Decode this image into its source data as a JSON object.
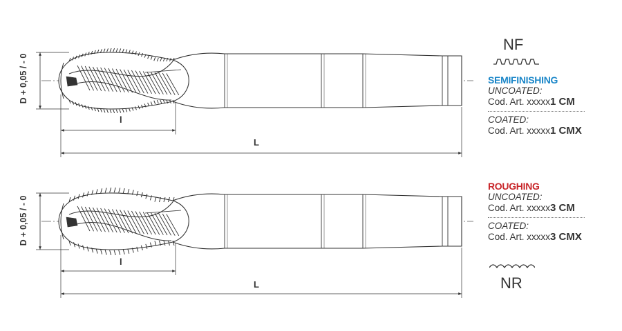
{
  "colors": {
    "semifinishing": "#1a86c8",
    "roughing": "#c8262a",
    "line": "#333333"
  },
  "tools": [
    {
      "id": "nf",
      "profile_mark": "NF",
      "category": "SEMIFINISHING",
      "uncoated_label": "UNCOATED:",
      "uncoated_prefix": "Cod. Art. xxxxx",
      "uncoated_suffix": "1 CM",
      "coated_label": "COATED:",
      "coated_prefix": "Cod. Art. xxxxx",
      "coated_suffix": "1 CMX",
      "diameter_label": "D + 0,05 / - 0",
      "cut_length_label": "l",
      "total_length_label": "L"
    },
    {
      "id": "nr",
      "profile_mark": "NR",
      "category": "ROUGHING",
      "uncoated_label": "UNCOATED:",
      "uncoated_prefix": "Cod. Art. xxxxx",
      "uncoated_suffix": "3 CM",
      "coated_label": "COATED:",
      "coated_prefix": "Cod. Art. xxxxx",
      "coated_suffix": "3 CMX",
      "diameter_label": "D + 0,05 / - 0",
      "cut_length_label": "l",
      "total_length_label": "L"
    }
  ]
}
